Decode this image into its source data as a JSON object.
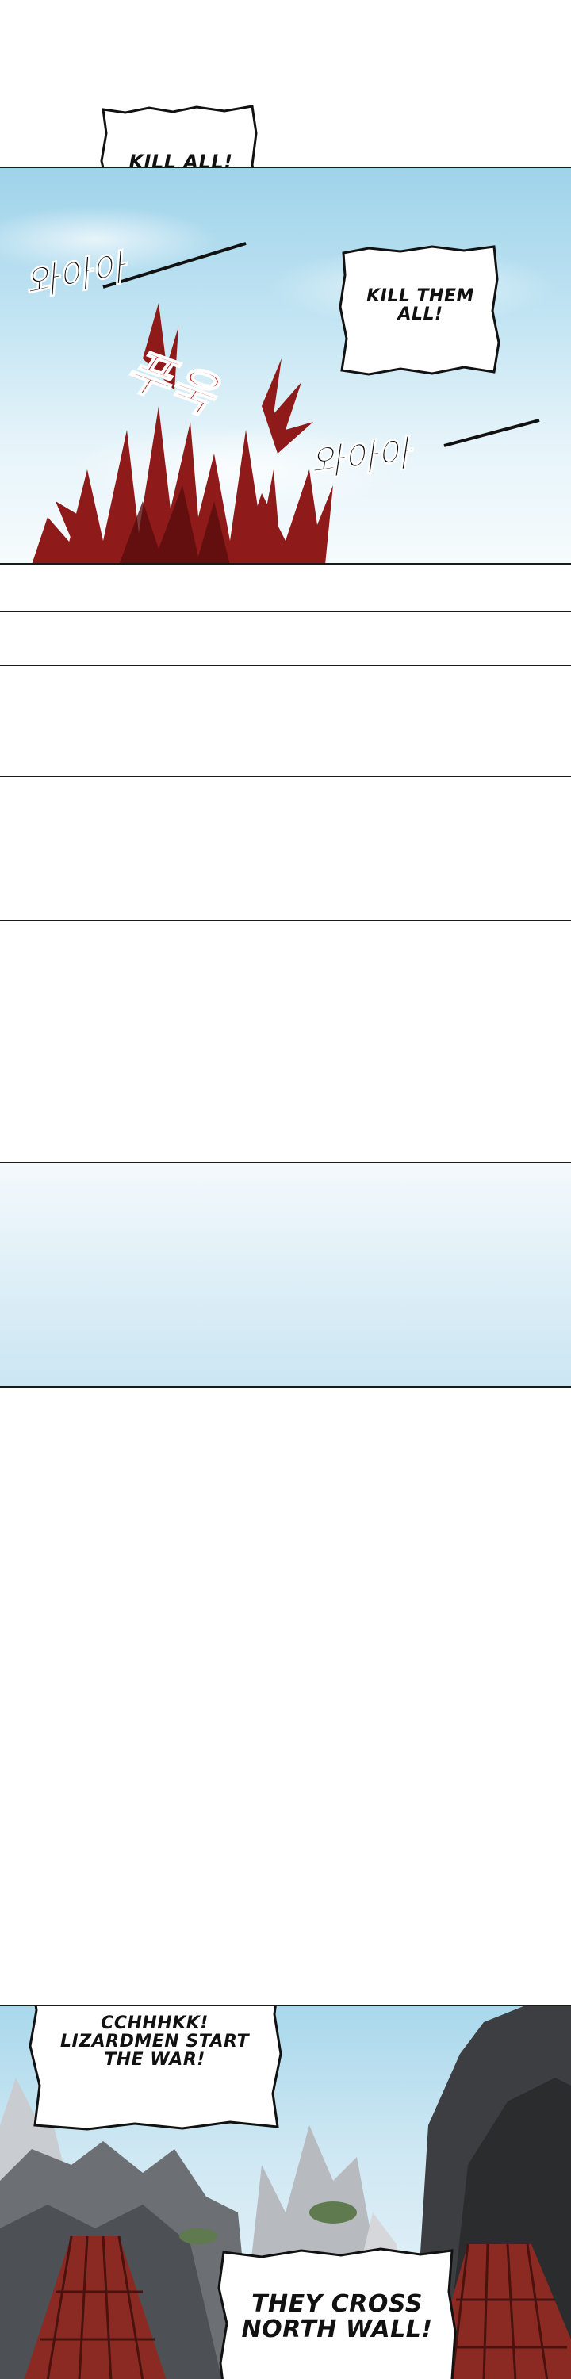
{
  "panel_1": {
    "bubble_kill_all": "KILL ALL!",
    "bubble_kill_them_all": "KILL THEM\nALL!",
    "sfx_top_left": "와아아",
    "sfx_center": "푸욱",
    "sfx_right": "와아아"
  },
  "panel_last": {
    "bubble_lizardmen": "CCHHHKK!\nLIZARDMEN START\nTHE WAR!",
    "bubble_north_wall": "THEY CROSS\nNORTH WALL!"
  },
  "colors": {
    "sky": "#a9d8ec",
    "blood": "#8e1a1a",
    "ink": "#111111"
  }
}
